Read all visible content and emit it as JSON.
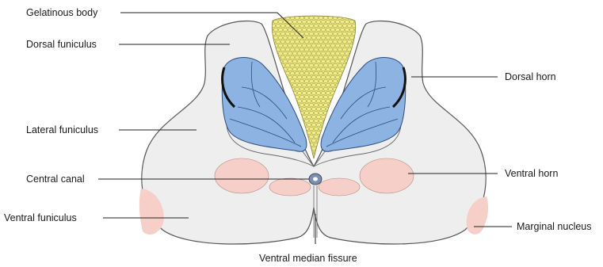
{
  "labels": {
    "gelatinous_body": "Gelatinous body",
    "dorsal_funiculus": "Dorsal funiculus",
    "lateral_funiculus": "Lateral funiculus",
    "central_canal": "Central canal",
    "ventral_funiculus": "Ventral funiculus",
    "dorsal_horn": "Dorsal horn",
    "ventral_horn": "Ventral horn",
    "marginal_nucleus": "Marginal nucleus",
    "ventral_median_fissure": "Ventral median fissure"
  },
  "colors": {
    "white_matter": "#eeeeee",
    "outline": "#555555",
    "gelatinous_body": "#f2ee8a",
    "dorsal_horn": "#8db3e2",
    "ventral_horn": "#f6cfc8",
    "central_canal": "#7b8fb5"
  }
}
